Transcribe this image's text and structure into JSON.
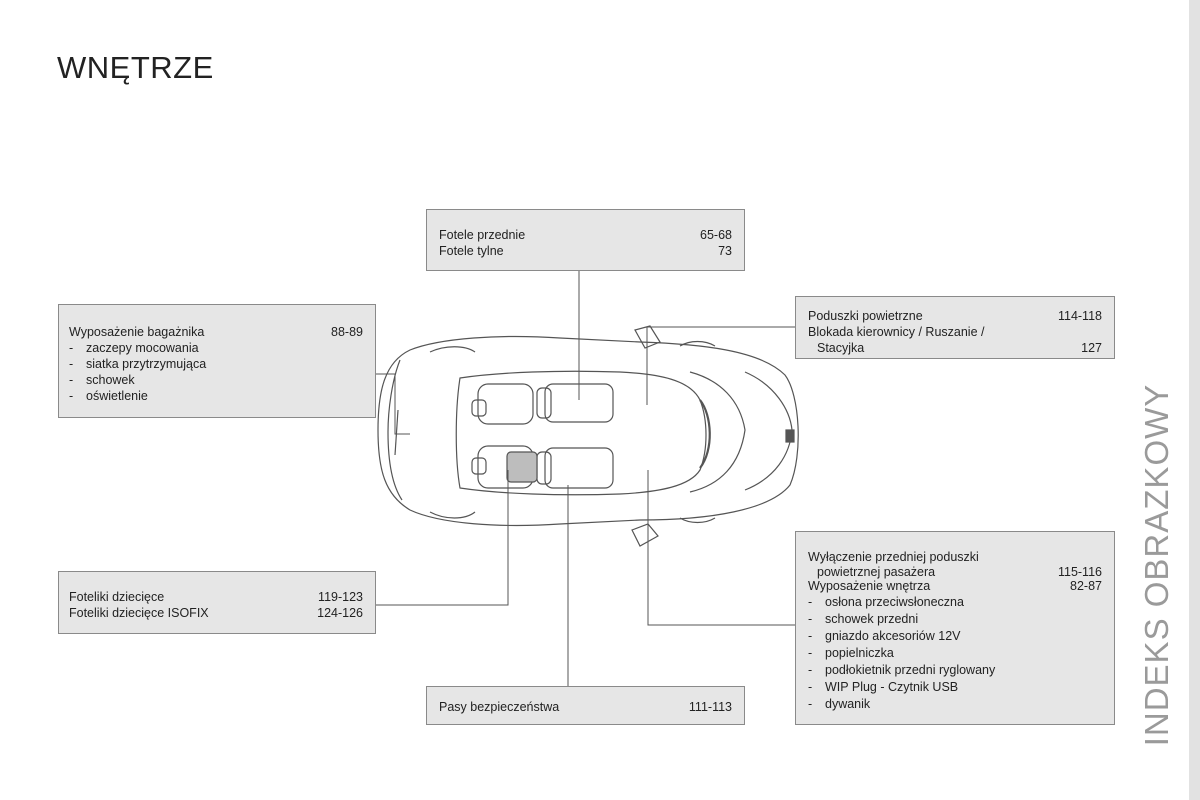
{
  "page": {
    "title": "WNĘTRZE",
    "side_label": "INDEKS OBRAZKOWY"
  },
  "boxes": {
    "seats": {
      "rows": [
        {
          "label": "Fotele przednie",
          "pages": "65-68"
        },
        {
          "label": "Fotele tylne",
          "pages": "73"
        }
      ]
    },
    "trunk": {
      "rows": [
        {
          "label": "Wyposażenie bagażnika",
          "pages": "88-89"
        }
      ],
      "items": [
        "zaczepy mocowania",
        "siatka przytrzymująca",
        "schowek",
        "oświetlenie"
      ]
    },
    "airbags": {
      "row1": {
        "label": "Poduszki powietrzne",
        "pages": "114-118"
      },
      "row2": {
        "label": "Blokada kierownicy / Ruszanie /"
      },
      "row3": {
        "label": "Stacyjka",
        "pages": "127"
      }
    },
    "child_seats": {
      "rows": [
        {
          "label": "Foteliki dziecięce",
          "pages": "119-123"
        },
        {
          "label": "Foteliki dziecięce ISOFIX",
          "pages": "124-126"
        }
      ]
    },
    "belts": {
      "rows": [
        {
          "label": "Pasy bezpieczeństwa",
          "pages": "111-113"
        }
      ]
    },
    "interior": {
      "row1": {
        "label": "Wyłączenie przedniej poduszki"
      },
      "row2": {
        "label": "powietrznej pasażera",
        "pages": "115-116"
      },
      "row3": {
        "label": "Wyposażenie wnętrza",
        "pages": "82-87"
      },
      "items": [
        "osłona przeciwsłoneczna",
        "schowek przedni",
        "gniazdo akcesoriów 12V",
        "popielniczka",
        "podłokietnik przedni ryglowany",
        "WIP Plug - Czytnik USB",
        "dywanik"
      ]
    }
  },
  "colors": {
    "box_fill": "#e6e6e6",
    "box_border": "#8a8a8a",
    "side_label": "#9a9a9a",
    "line": "#555555"
  },
  "icons": [
    "car-top-view-illustration"
  ]
}
